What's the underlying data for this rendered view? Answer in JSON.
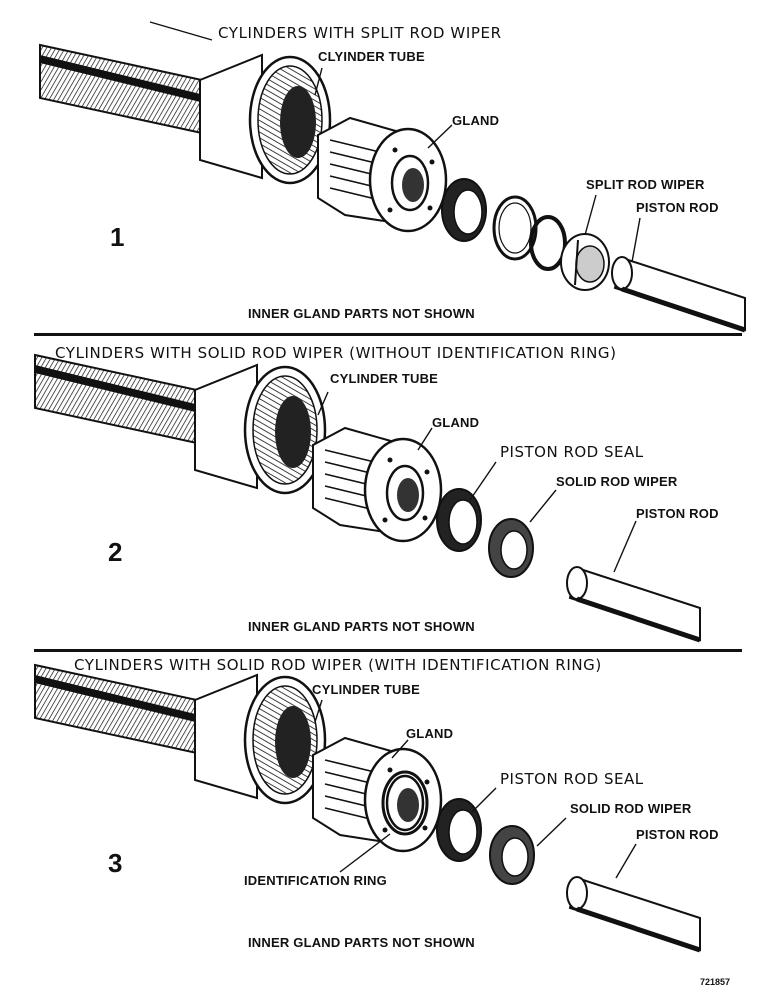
{
  "panels": [
    {
      "number": "1",
      "title": "CYLINDERS WITH SPLIT ROD WIPER",
      "tube_label": "CLYINDER TUBE",
      "gland_label": "GLAND",
      "seal_label": "",
      "wiper_label": "SPLIT ROD WIPER",
      "rod_label": "PISTON ROD",
      "id_ring_label": "",
      "note": "INNER GLAND PARTS NOT SHOWN"
    },
    {
      "number": "2",
      "title": "CYLINDERS WITH SOLID ROD WIPER (WITHOUT IDENTIFICATION RING)",
      "tube_label": "CYLINDER TUBE",
      "gland_label": "GLAND",
      "seal_label": "PISTON ROD SEAL",
      "wiper_label": "SOLID ROD WIPER",
      "rod_label": "PISTON ROD",
      "id_ring_label": "",
      "note": "INNER GLAND PARTS NOT SHOWN"
    },
    {
      "number": "3",
      "title": "CYLINDERS WITH SOLID ROD WIPER (WITH IDENTIFICATION RING)",
      "tube_label": "CYLINDER TUBE",
      "gland_label": "GLAND",
      "seal_label": "PISTON ROD SEAL",
      "wiper_label": "SOLID ROD WIPER",
      "rod_label": "PISTON ROD",
      "id_ring_label": "IDENTIFICATION RING",
      "note": "INNER GLAND PARTS NOT SHOWN"
    }
  ],
  "figure_code": "721857",
  "colors": {
    "ink": "#111111",
    "paper": "#ffffff",
    "shade": "#555555"
  }
}
